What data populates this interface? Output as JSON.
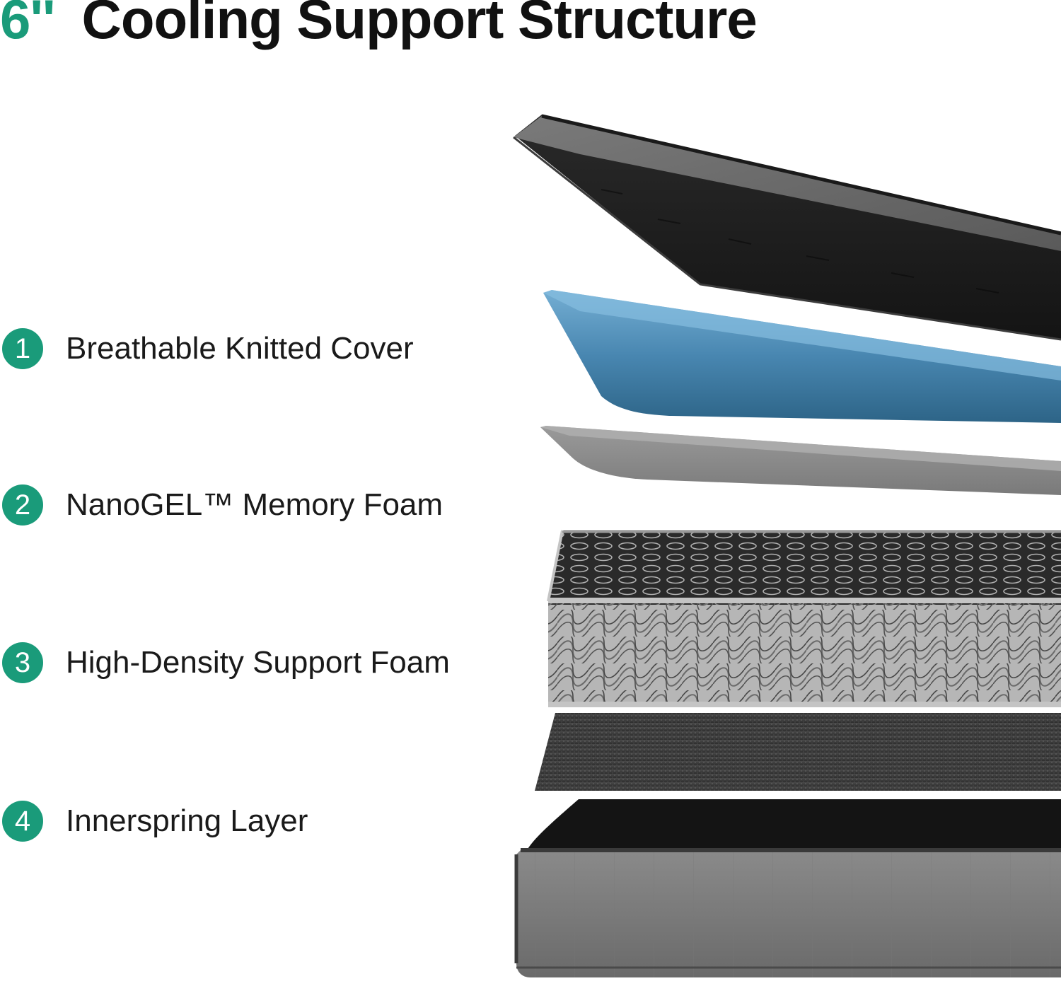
{
  "title": {
    "size": "6''",
    "name": "Cooling Support Structure"
  },
  "layers": [
    {
      "number": "1",
      "label": "Breathable Knitted Cover"
    },
    {
      "number": "2",
      "label": "NanoGEL™ Memory Foam"
    },
    {
      "number": "3",
      "label": "High-Density Support Foam"
    },
    {
      "number": "4",
      "label": "Innerspring Layer"
    }
  ],
  "colors": {
    "accent": "#1a9b7a",
    "text": "#1a1a1a",
    "cover_gray": "#6b6b6b",
    "gel_blue": "#3f7ea8",
    "support_gray": "#8a8a8a",
    "spring_dark": "#3a3a3a",
    "base_dark": "#1c1c1c"
  }
}
